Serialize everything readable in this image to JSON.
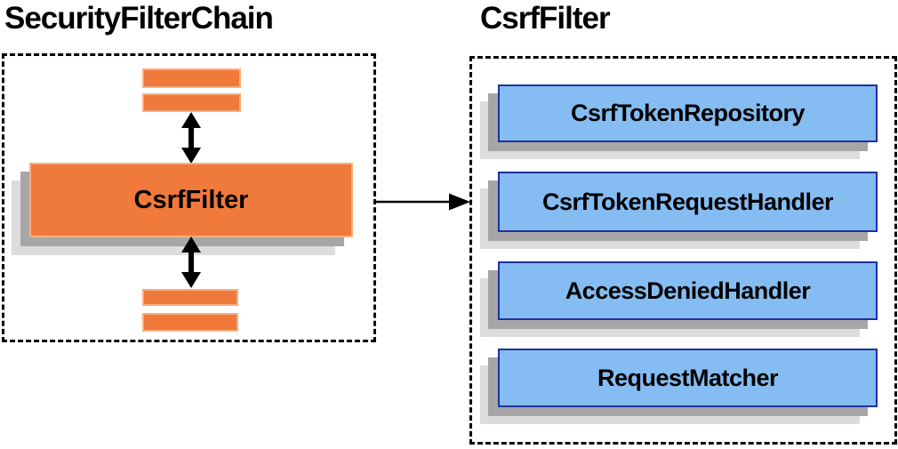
{
  "colors": {
    "orange_fill": "#F0793C",
    "orange_border": "#F9AE80",
    "blue_fill": "#85BDF2",
    "blue_border": "#1F2FA0",
    "shadow_dark": "#A6A6A6",
    "shadow_light": "#DCDCDC",
    "arrow": "#000000"
  },
  "left_panel": {
    "title": "SecurityFilterChain",
    "main_box_label": "CsrfFilter"
  },
  "right_panel": {
    "title": "CsrfFilter",
    "components": [
      {
        "label": "CsrfTokenRepository"
      },
      {
        "label": "CsrfTokenRequestHandler"
      },
      {
        "label": "AccessDeniedHandler"
      },
      {
        "label": "RequestMatcher"
      }
    ]
  }
}
